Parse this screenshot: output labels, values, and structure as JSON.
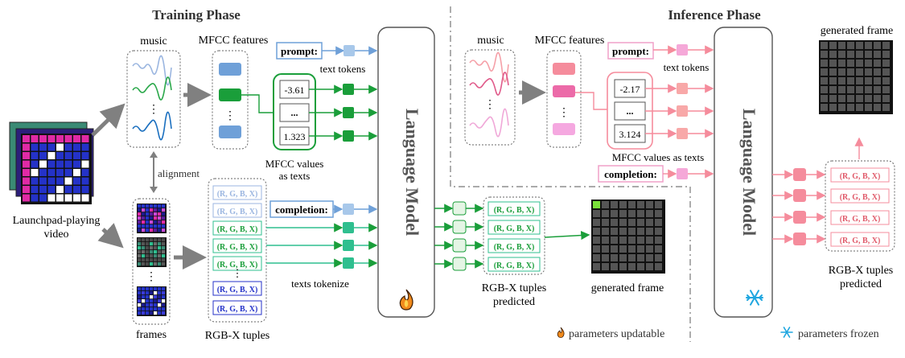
{
  "titles": {
    "training": "Training Phase",
    "inference": "Inference Phase"
  },
  "training": {
    "music_label": "music",
    "mfcc_label": "MFCC features",
    "prompt_label": "prompt:",
    "text_tokens_label": "text tokens",
    "mfcc_values": [
      "-3.61",
      "...",
      "1.323"
    ],
    "mfcc_values_caption": [
      "MFCC values",
      "as texts"
    ],
    "alignment_label": "alignment",
    "video_label": [
      "Launchpad-playing",
      "video"
    ],
    "frames_label": "frames",
    "rgbx_label": "RGB-X tuples",
    "tuple_text": "(R, G, B, X)",
    "completion_label": "completion:",
    "tokenize_label": "texts tokenize",
    "predicted_label": [
      "RGB-X tuples",
      "predicted"
    ],
    "generated_label": "generated frame",
    "dots": "⋮"
  },
  "model_label": "Language Model",
  "inference": {
    "music_label": "music",
    "mfcc_label": "MFCC features",
    "prompt_label": "prompt:",
    "text_tokens_label": "text tokens",
    "mfcc_values": [
      "-2.17",
      "...",
      "3.124"
    ],
    "mfcc_values_caption": "MFCC values as texts",
    "completion_label": "completion:",
    "generated_label": "generated frame",
    "predicted_label": [
      "RGB-X tuples",
      "predicted"
    ]
  },
  "legend": {
    "updatable": "parameters updatable",
    "frozen": "parameters frozen"
  },
  "icons": {
    "flame": "flame-icon",
    "snowflake": "snowflake-icon"
  },
  "colors": {
    "train_green": "#1a9e3a",
    "train_teal": "#2fbf8f",
    "train_blue": "#6fa0d8",
    "infer_pink": "#f58c9c",
    "frozen_blue": "#1ea6e0",
    "grey": "#808080"
  }
}
